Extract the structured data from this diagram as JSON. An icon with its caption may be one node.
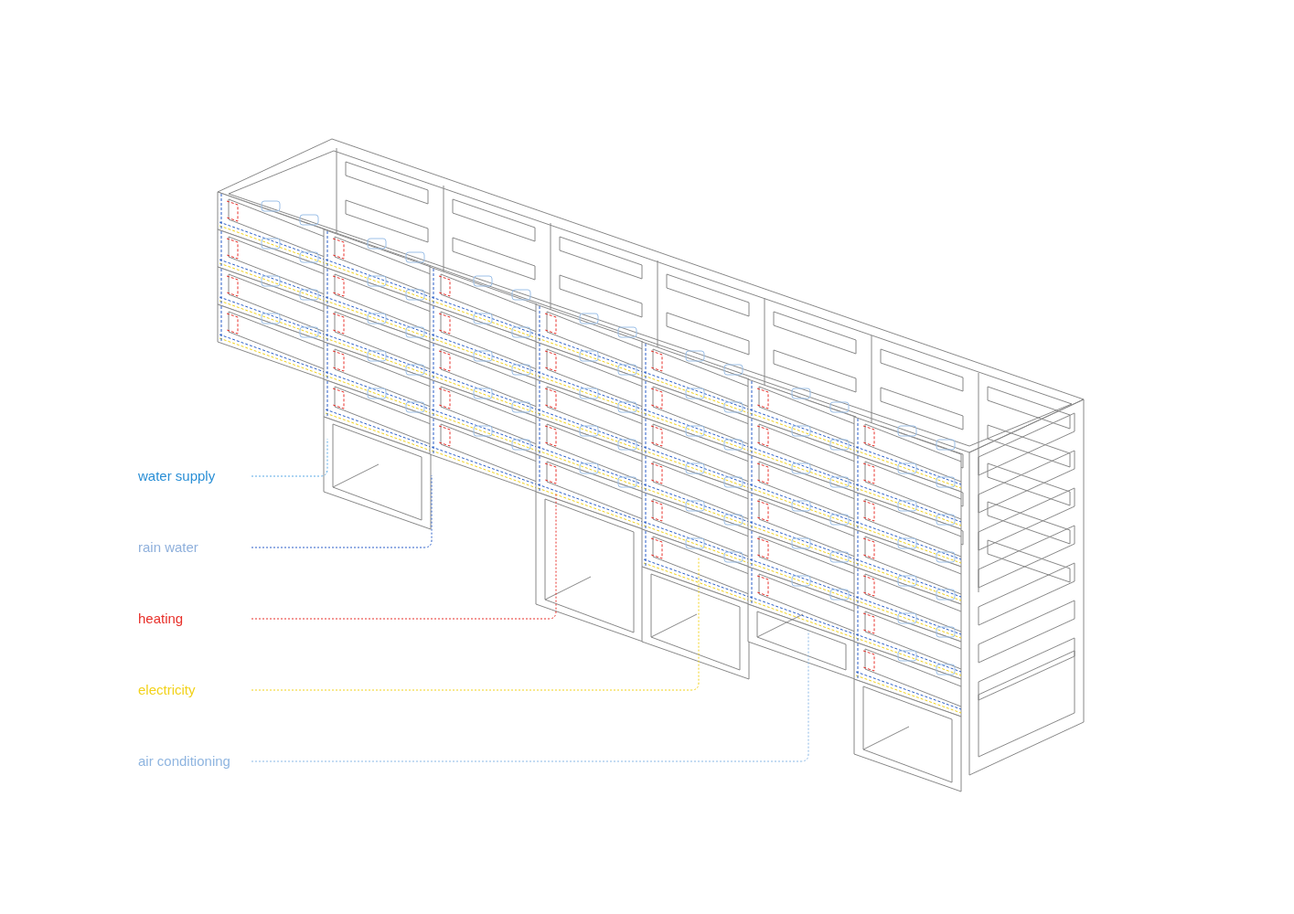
{
  "diagram": {
    "nodes": [
      {
        "text": [
          "water supply"
        ]
      },
      {
        "text": [
          "rain water"
        ]
      },
      {
        "text": [
          "heating"
        ]
      },
      {
        "text": [
          "electricity"
        ]
      },
      {
        "text": [
          "air conditioning"
        ]
      }
    ],
    "edges": [
      {
        "from": 0,
        "to": null,
        "arrow": "none",
        "style": "dashed",
        "color": "#5aaae6"
      },
      {
        "from": 1,
        "to": null,
        "arrow": "none",
        "style": "dashed",
        "color": "#2b5fc8"
      },
      {
        "from": 2,
        "to": null,
        "arrow": "none",
        "style": "dashed",
        "color": "#e8302a"
      },
      {
        "from": 3,
        "to": null,
        "arrow": "none",
        "style": "dashed",
        "color": "#f2d21a"
      },
      {
        "from": 4,
        "to": null,
        "arrow": "none",
        "style": "dashed",
        "color": "#8ab8e6"
      }
    ]
  }
}
